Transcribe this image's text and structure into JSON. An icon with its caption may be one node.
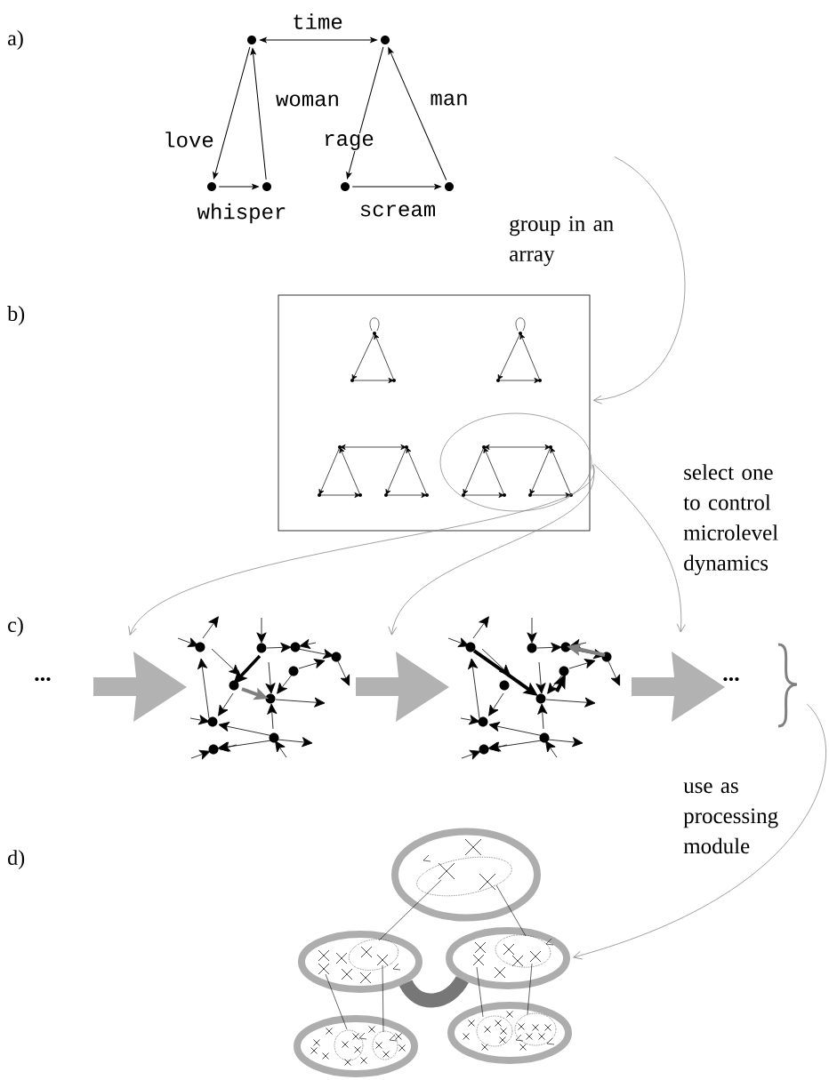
{
  "diagram": {
    "nodes": [
      {
        "text": [],
        "shape": "circle"
      },
      {
        "text": [],
        "shape": "circle"
      },
      {
        "text": [],
        "shape": "circle"
      },
      {
        "text": [],
        "shape": "circle"
      },
      {
        "text": [],
        "shape": "circle"
      },
      {
        "text": [],
        "shape": "circle"
      },
      {
        "text": [],
        "shape": "box"
      },
      {
        "text": [],
        "shape": "ellipse",
        "in": 6
      },
      {
        "text": [],
        "shape": "ellipse"
      },
      {
        "text": [],
        "shape": "ellipse"
      },
      {
        "text": [],
        "shape": "ellipse"
      },
      {
        "text": [],
        "shape": "ellipse"
      },
      {
        "text": [],
        "shape": "ellipse"
      }
    ],
    "edges": [
      {
        "from": 0,
        "to": 1,
        "arrow": "both",
        "label": "time"
      },
      {
        "from": 0,
        "to": 2,
        "arrow": "to",
        "label": "love"
      },
      {
        "from": 3,
        "to": 0,
        "arrow": "to",
        "label": "woman"
      },
      {
        "from": 2,
        "to": 3,
        "arrow": "to",
        "label": "whisper"
      },
      {
        "from": 1,
        "to": 4,
        "arrow": "to",
        "label": "rage"
      },
      {
        "from": 5,
        "to": 1,
        "arrow": "to",
        "label": "man"
      },
      {
        "from": 4,
        "to": 5,
        "arrow": "to",
        "label": "scream"
      },
      {
        "from": null,
        "to": 6,
        "arrow": "to",
        "color": "#888888"
      },
      {
        "from": 7,
        "to": null,
        "arrow": "to",
        "color": "#888888"
      },
      {
        "from": 7,
        "to": null,
        "arrow": "to",
        "color": "#888888"
      },
      {
        "from": 7,
        "to": null,
        "arrow": "to",
        "color": "#888888"
      },
      {
        "from": null,
        "to": 10,
        "arrow": "to",
        "color": "#888888"
      },
      {
        "from": 9,
        "to": 10,
        "arrow": "none",
        "style": "thick",
        "color": "#777777"
      },
      {
        "from": 8,
        "to": 9,
        "arrow": "none"
      },
      {
        "from": 8,
        "to": 10,
        "arrow": "none"
      },
      {
        "from": 9,
        "to": 11,
        "arrow": "none"
      },
      {
        "from": 9,
        "to": 11,
        "arrow": "none"
      },
      {
        "from": 10,
        "to": 12,
        "arrow": "none"
      },
      {
        "from": 10,
        "to": 12,
        "arrow": "none"
      }
    ],
    "labels": [
      "a)",
      "group in an array",
      "b)",
      "select one to control microlevel dynamics",
      "c)",
      "...",
      "...",
      "use as processing module",
      "d)"
    ]
  }
}
